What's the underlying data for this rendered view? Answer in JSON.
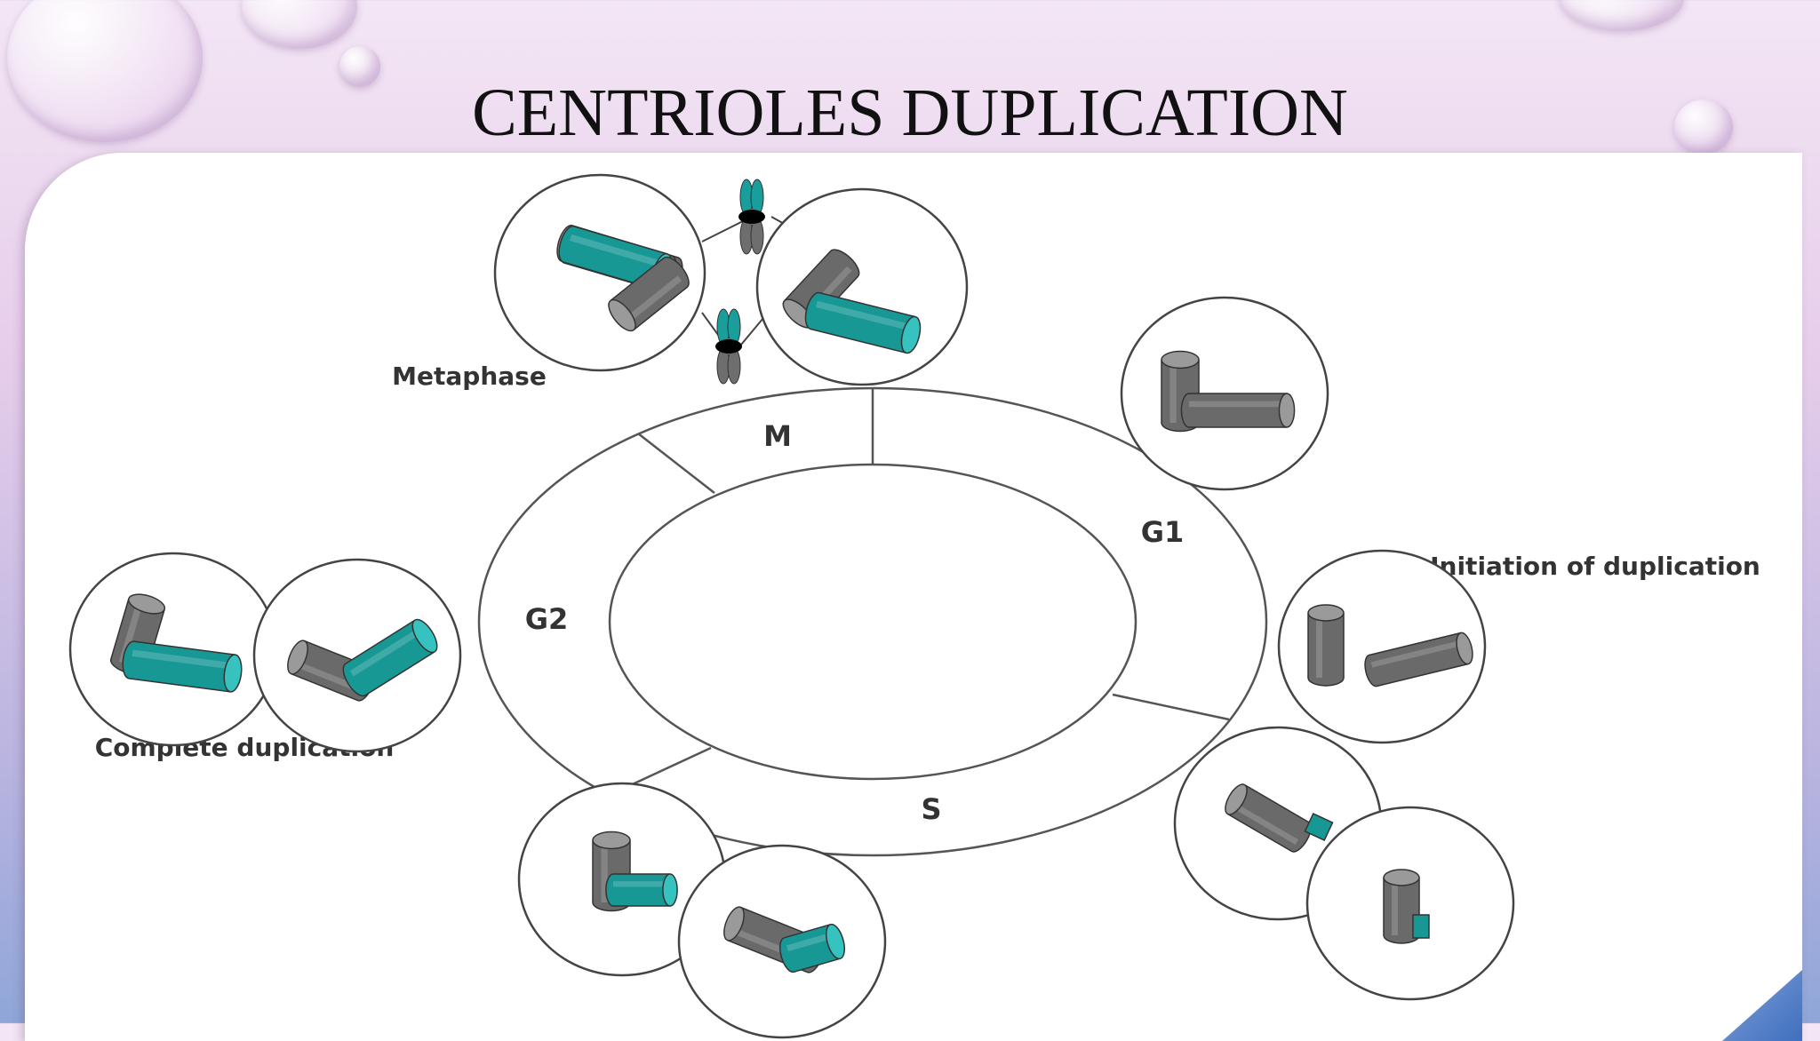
{
  "slide": {
    "title": "CENTRIOLES DUPLICATION"
  },
  "diagram": {
    "phases": {
      "m": "M",
      "g1": "G1",
      "s": "S",
      "g2": "G2"
    },
    "stages": {
      "metaphase": "Metaphase",
      "initiation": "Initiation of duplication",
      "complete": "Complete duplication"
    }
  },
  "colors": {
    "teal": "#1a9e9c",
    "gray": "#6e6e6e",
    "ring_stroke": "#555555"
  }
}
